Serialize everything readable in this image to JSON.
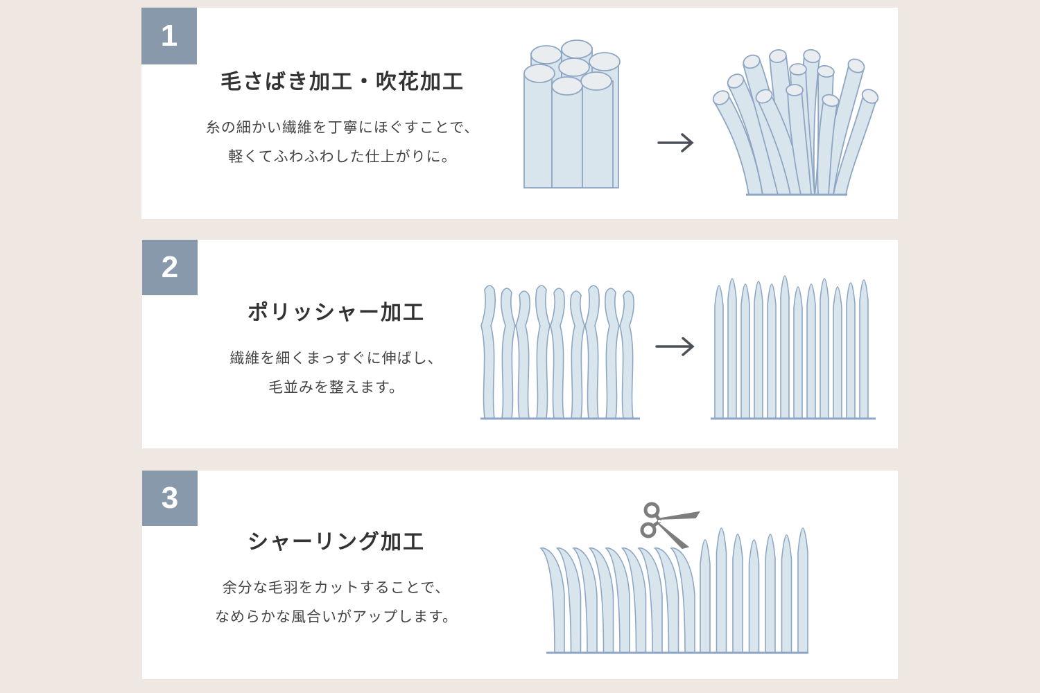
{
  "steps": [
    {
      "number": "1",
      "title": "毛さばき加工・吹花加工",
      "description_lines": [
        "糸の細かい繊維を丁寧にほぐすことで、",
        "軽くてふわふわした仕上がりに。"
      ],
      "illustration": "fiber-bundle-to-fluffed-fibers"
    },
    {
      "number": "2",
      "title": "ポリッシャー加工",
      "description_lines": [
        "繊維を細くまっすぐに伸ばし、",
        "毛並みを整えます。"
      ],
      "illustration": "wavy-fibers-to-straight-fibers"
    },
    {
      "number": "3",
      "title": "シャーリング加工",
      "description_lines": [
        "余分な毛羽をカットすることで、",
        "なめらかな風合いがアップします。"
      ],
      "illustration": "scissors-trimming-fibers"
    }
  ],
  "colors": {
    "background": "#efe7e2",
    "card": "#ffffff",
    "badge": "#8899ab",
    "fiber_fill": "#d9e5ec",
    "fiber_stroke": "#8ea6c4",
    "arrow": "#4a5056",
    "scissors": "#7d7d7d"
  }
}
